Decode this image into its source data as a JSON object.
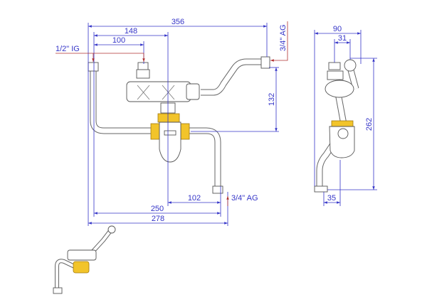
{
  "front_view": {
    "dimensions": {
      "overall_width": "356",
      "to_center": "148",
      "inlet_spacing": "100",
      "height_outlet": "132",
      "outlet_offset": "102",
      "to_bottom_outlet": "250",
      "total_width": "278"
    },
    "labels": {
      "inlet_thread": "1/2\" IG",
      "top_outlet_thread": "3/4\" AG",
      "bottom_outlet_thread": "3/4\" AG"
    }
  },
  "side_view": {
    "dimensions": {
      "depth": "90",
      "offset_top": "31",
      "height": "262",
      "offset_bottom": "35"
    }
  },
  "colors": {
    "dimension": "#3535c8",
    "leader": "#b03030",
    "brass": "#f2c42a"
  }
}
